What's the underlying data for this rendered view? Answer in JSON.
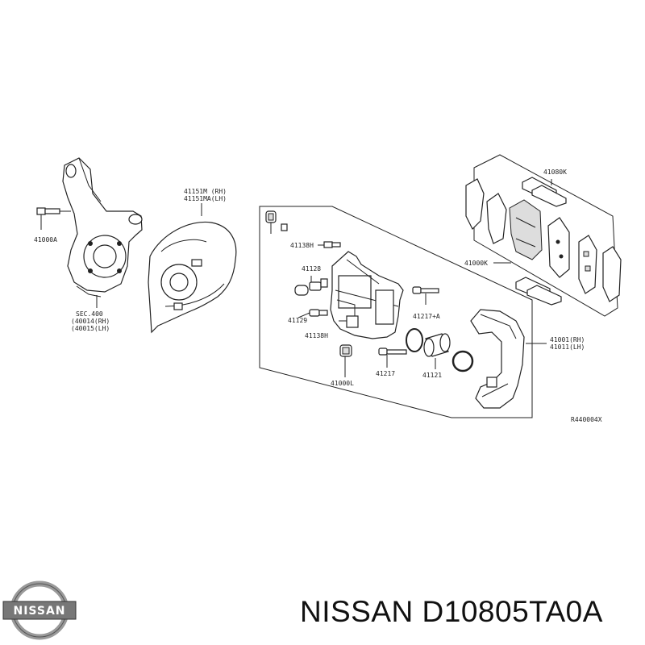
{
  "labels": {
    "knuckle_bolt": "41000A",
    "knuckle_sec": "SEC.400",
    "knuckle_rh": "(40014(RH)",
    "knuckle_lh": "(40015(LH)",
    "shield_rh": "41151M (RH)",
    "shield_lh": "41151MA(LH)",
    "pin_bolt_upper": "41138H",
    "sleeve": "41128",
    "pin_boot": "41129",
    "pin_bolt_lower": "41138H",
    "bleeder": "41000L",
    "guide_pin_upper": "41217+A",
    "guide_pin_lower": "41217",
    "piston": "41121",
    "hardware_kit": "41080K",
    "pad_kit": "41000K",
    "caliper_rh": "41001(RH)",
    "caliper_lh": "41011(LH)",
    "ref_code": "R440004X"
  },
  "caption": "NISSAN D10805TA0A",
  "logo_text": "NISSAN"
}
